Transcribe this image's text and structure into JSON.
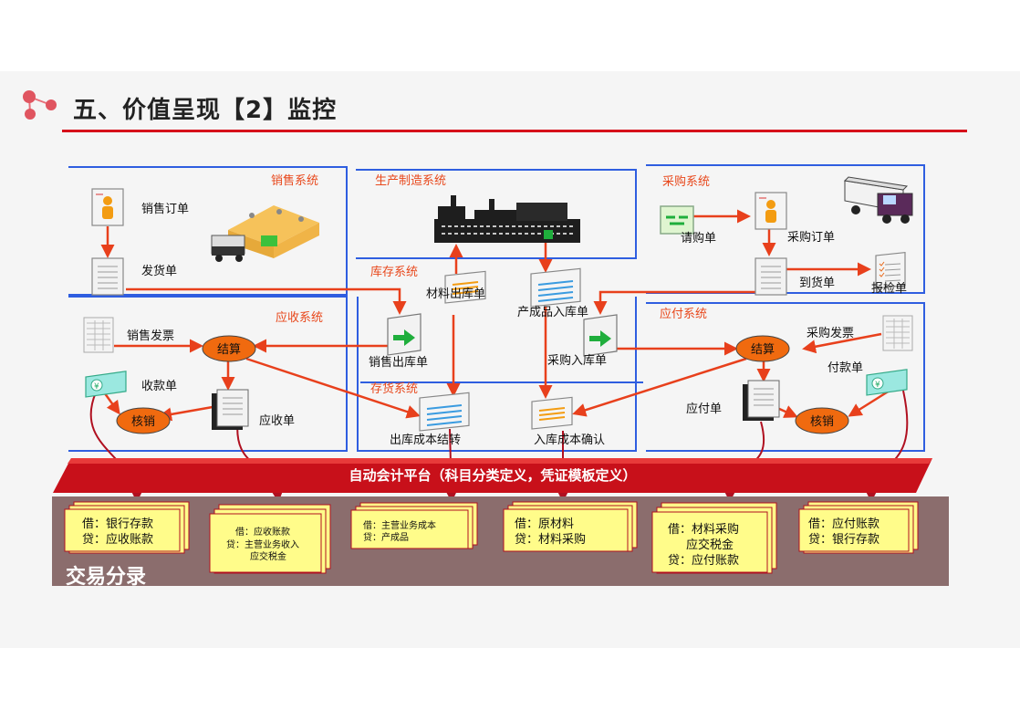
{
  "title": "五、价值呈现【2】监控",
  "systems": {
    "sales": "销售系统",
    "production": "生产制造系统",
    "purchase": "采购系统",
    "inventory_top": "库存系统",
    "receivable": "应收系统",
    "inventory_bottom": "存货系统",
    "payable": "应付系统"
  },
  "labels": {
    "sales_order": "销售订单",
    "delivery_note": "发货单",
    "requisition": "请购单",
    "purchase_order": "采购订单",
    "arrival_note": "到货单",
    "inspection_note": "报检单",
    "material_issue": "材料出库单",
    "finished_receipt": "产成品入库单",
    "sales_invoice": "销售发票",
    "sales_outbound": "销售出库单",
    "purchase_inbound": "采购入库单",
    "purchase_invoice": "采购发票",
    "receipt_note": "收款单",
    "receivable_note": "应收单",
    "payment_note": "付款单",
    "payable_note": "应付单",
    "outbound_cost": "出库成本结转",
    "inbound_cost": "入库成本确认"
  },
  "ovals": {
    "settle_left": "结算",
    "verify_left": "核销",
    "settle_right": "结算",
    "verify_right": "核销"
  },
  "platform": "自动会计平台（科目分类定义，凭证模板定义）",
  "vouchers_title": "交易分录",
  "vouchers": [
    [
      "借：银行存款",
      "贷：应收账款"
    ],
    [
      "借：应收账款",
      "贷：主营业务收入",
      "应交税金"
    ],
    [
      "借：主营业务成本",
      "贷：产成品"
    ],
    [
      "借：原材料",
      "贷：材料采购"
    ],
    [
      "借：材料采购",
      "应交税金",
      "贷：应付账款"
    ],
    [
      "借：应付账款",
      "贷：银行存款"
    ]
  ],
  "colors": {
    "accent_red": "#d6101b",
    "system_label": "#e8481c",
    "oval_fill": "#f06a0f",
    "box_blue": "#2f5ee0",
    "voucher_fill": "#fffc8a",
    "band_brown": "#8b6d6d"
  },
  "icons": [
    "logo-dots-icon",
    "warehouse-icon",
    "factory-icon",
    "truck-icon",
    "document-icon",
    "green-arrow-doc-icon",
    "cheque-icon"
  ]
}
